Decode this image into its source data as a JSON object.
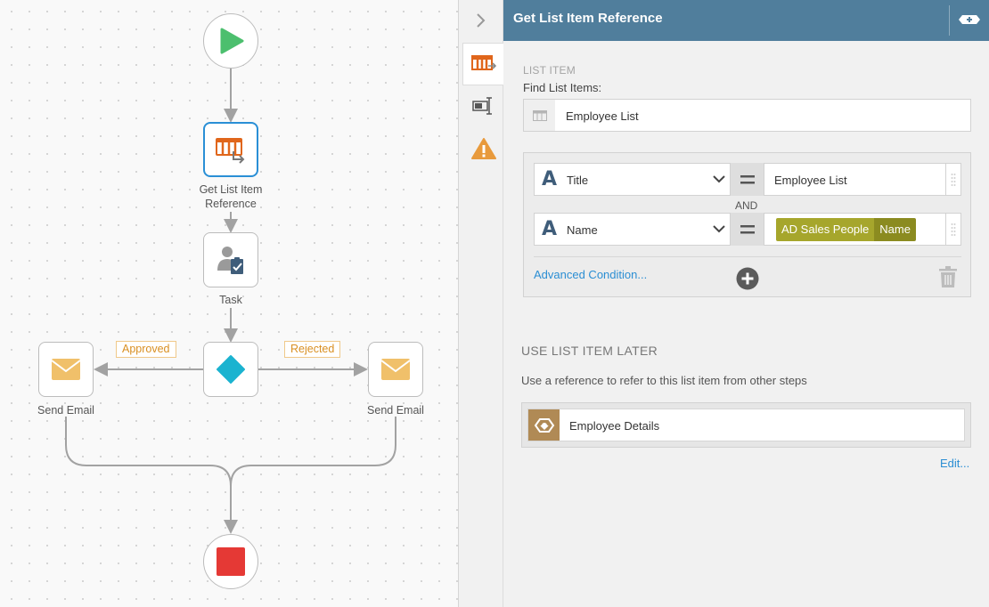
{
  "canvas": {
    "nodes": {
      "start": {
        "label": ""
      },
      "get_list_item": {
        "label": "Get List Item Reference"
      },
      "task": {
        "label": "Task"
      },
      "decision": {
        "label": ""
      },
      "send_email_left": {
        "label": "Send Email"
      },
      "send_email_right": {
        "label": "Send Email"
      },
      "end": {
        "label": ""
      }
    },
    "branches": {
      "approved": "Approved",
      "rejected": "Rejected"
    }
  },
  "panel": {
    "title": "Get List Item Reference",
    "tabs": [
      {
        "icon": "list-item-icon",
        "active": true
      },
      {
        "icon": "text-field-icon",
        "active": false
      },
      {
        "icon": "warning-icon",
        "active": false
      }
    ],
    "list_item": {
      "caption": "LIST ITEM",
      "find_label": "Find List Items:",
      "list_value": "Employee List"
    },
    "conditions": [
      {
        "field": "Title",
        "operator": "=",
        "value": "Employee List"
      },
      {
        "field": "Name",
        "operator": "=",
        "value_ref": {
          "source": "AD Sales People",
          "field": "Name"
        }
      }
    ],
    "joiner": "AND",
    "advanced_condition": "Advanced Condition...",
    "use_later": {
      "title": "USE LIST ITEM LATER",
      "description": "Use a reference to refer to this list item from other steps",
      "reference_name": "Employee Details",
      "edit_label": "Edit..."
    }
  },
  "colors": {
    "header": "#507e9c",
    "link": "#2b8ed3",
    "start": "#4cbf6e",
    "end": "#e53935",
    "decision": "#1bb3d0",
    "email": "#f0c06a",
    "selected_border": "#2a8fd6",
    "branch_label": "#d98f22",
    "chip_source": "#a6a62c",
    "chip_field": "#8b8b20"
  }
}
